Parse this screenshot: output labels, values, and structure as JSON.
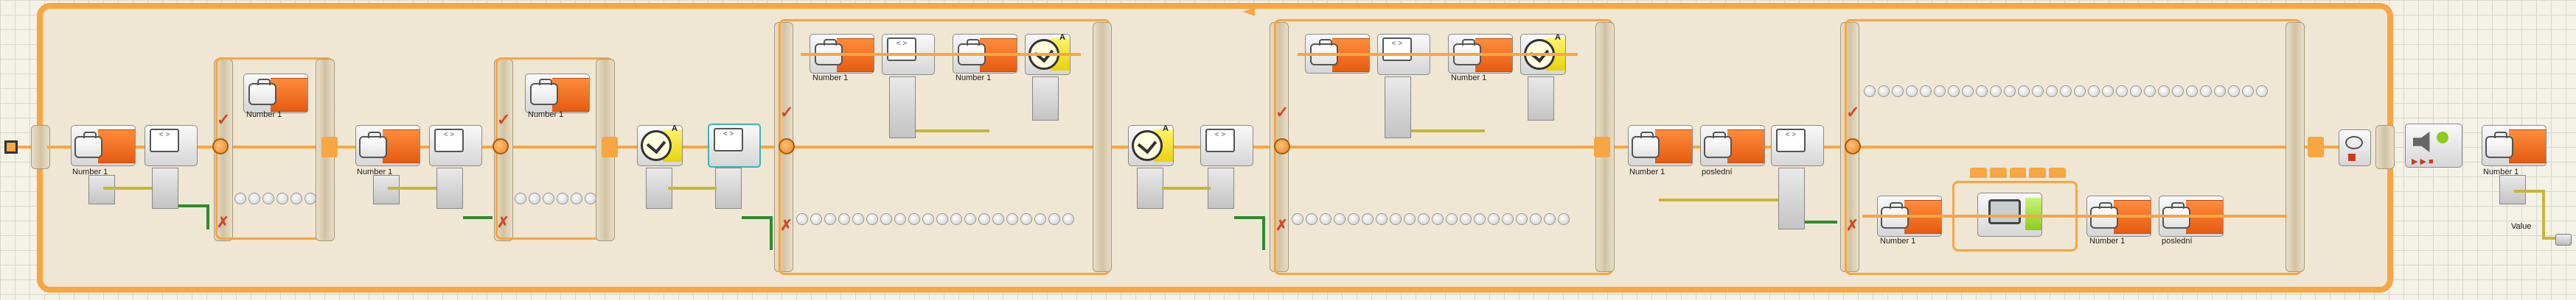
{
  "program": {
    "loop_label": "",
    "start_icon": "start-square-icon"
  },
  "blocks": {
    "variable_label": "Number 1",
    "variable_label_2": "poslední",
    "timer_letter": "A",
    "compare_icon": "compare-icon",
    "timer_icon": "timer-sensor-icon",
    "display_icon": "display-icon",
    "sound_icon": "sound-speaker-icon",
    "stop_icon": "stop-icon"
  },
  "output": {
    "value_label": "Value"
  },
  "colors": {
    "wire_orange": "#f6a643",
    "data_wire_yellow": "#c9b43a",
    "data_wire_green": "#2e8b2e",
    "variable_block": "#e55b12",
    "timer_block": "#e8d20d"
  }
}
